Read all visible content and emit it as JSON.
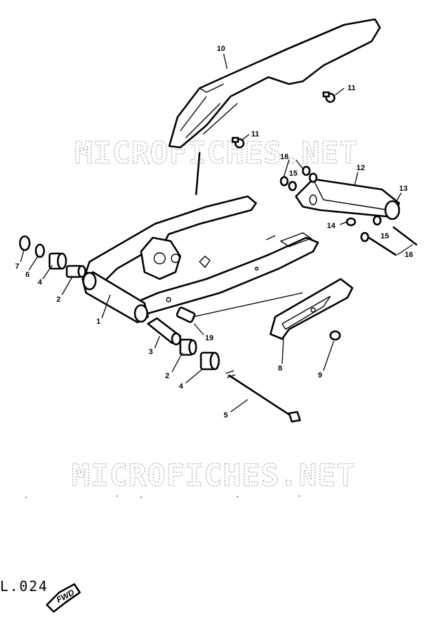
{
  "watermark": "MICROFICHES.NET",
  "figure_code": "L.024",
  "direction_label": "FWD",
  "callouts": {
    "c1": "1",
    "c2a": "2",
    "c2b": "2",
    "c3": "3",
    "c4a": "4",
    "c4b": "4",
    "c5": "5",
    "c6": "6",
    "c7": "7",
    "c8": "8",
    "c9": "9",
    "c10": "10",
    "c11a": "11",
    "c11b": "11",
    "c12": "12",
    "c13": "13",
    "c14": "14",
    "c15a": "15",
    "c15b": "15",
    "c16": "16",
    "c18": "18",
    "c19": "19"
  }
}
